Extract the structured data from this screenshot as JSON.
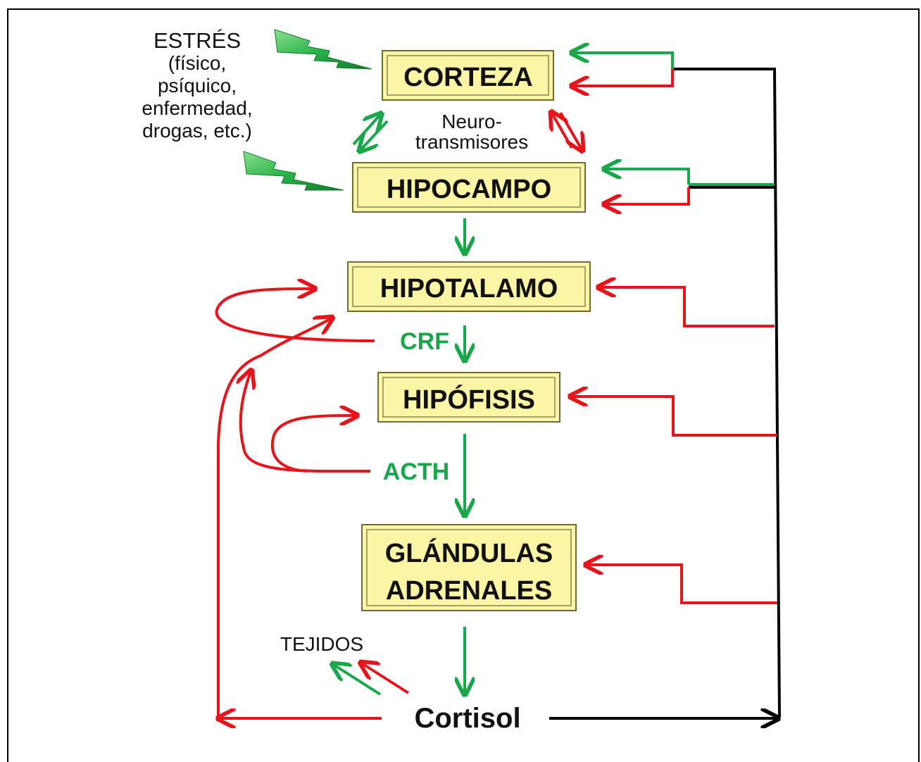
{
  "stress": {
    "title": "ESTRÉS",
    "lines": [
      "(físico,",
      "psíquico,",
      "enfermedad,",
      "drogas, etc.)"
    ]
  },
  "nodes": {
    "corteza": "CORTEZA",
    "hipocampo": "HIPOCAMPO",
    "hipotalamo": "HIPOTALAMO",
    "hipofisis": "HIPÓFISIS",
    "glandulas_line1": "GLÁNDULAS",
    "glandulas_line2": "ADRENALES",
    "cortisol": "Cortisol"
  },
  "labels": {
    "neuro_line1": "Neuro-",
    "neuro_line2": "transmisores",
    "crf": "CRF",
    "acth": "ACTH",
    "tejidos": "TEJIDOS"
  },
  "colors": {
    "green": "#1aa64a",
    "red": "#e8141b",
    "black": "#000000",
    "box_fill": "#fbf6a6"
  }
}
